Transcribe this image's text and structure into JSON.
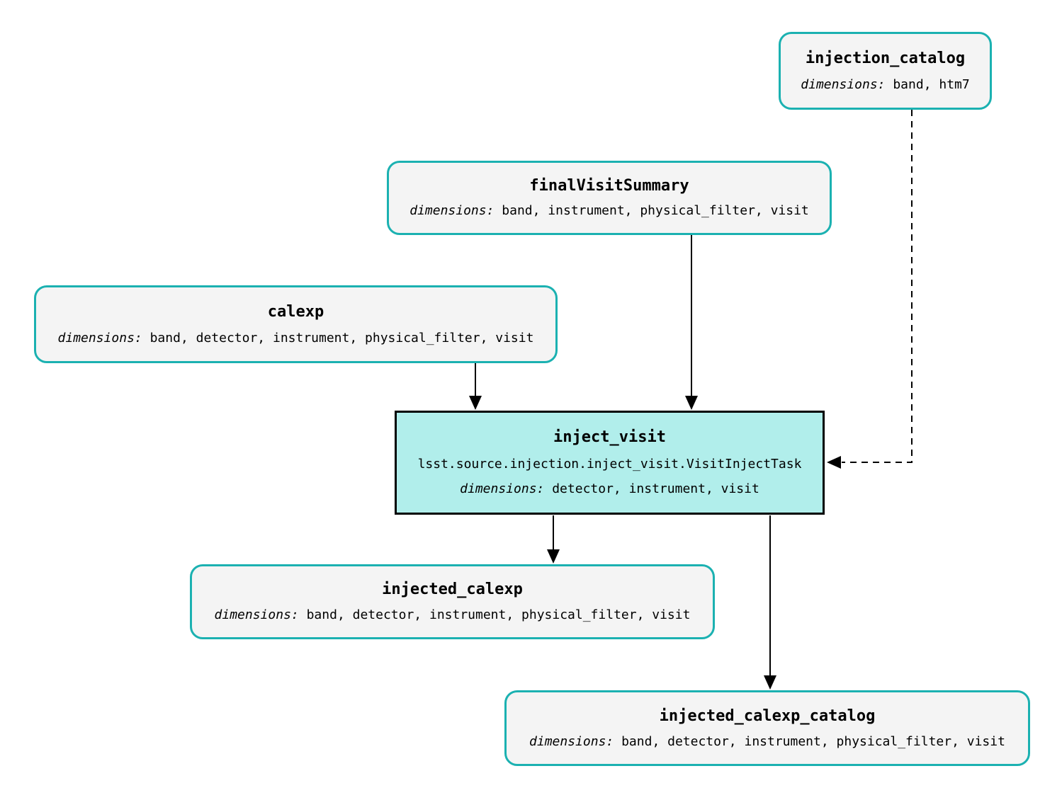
{
  "dimensions_prefix": "dimensions:",
  "nodes": {
    "injection_catalog": {
      "title": "injection_catalog",
      "dimensions": "band, htm7"
    },
    "finalVisitSummary": {
      "title": "finalVisitSummary",
      "dimensions": "band, instrument, physical_filter, visit"
    },
    "calexp": {
      "title": "calexp",
      "dimensions": "band, detector, instrument, physical_filter, visit"
    },
    "inject_visit": {
      "title": "inject_visit",
      "task_class": "lsst.source.injection.inject_visit.VisitInjectTask",
      "dimensions": "detector, instrument, visit"
    },
    "injected_calexp": {
      "title": "injected_calexp",
      "dimensions": "band, detector, instrument, physical_filter, visit"
    },
    "injected_calexp_catalog": {
      "title": "injected_calexp_catalog",
      "dimensions": "band, detector, instrument, physical_filter, visit"
    }
  },
  "edges": [
    {
      "from": "calexp",
      "to": "inject_visit",
      "style": "solid"
    },
    {
      "from": "finalVisitSummary",
      "to": "inject_visit",
      "style": "solid"
    },
    {
      "from": "injection_catalog",
      "to": "inject_visit",
      "style": "dashed"
    },
    {
      "from": "inject_visit",
      "to": "injected_calexp",
      "style": "solid"
    },
    {
      "from": "inject_visit",
      "to": "injected_calexp_catalog",
      "style": "solid"
    }
  ],
  "colors": {
    "dataset_border": "#1bb1b1",
    "dataset_fill": "#f4f4f4",
    "task_fill": "#b1eeeb",
    "task_border": "#000000",
    "arrow": "#000000"
  }
}
